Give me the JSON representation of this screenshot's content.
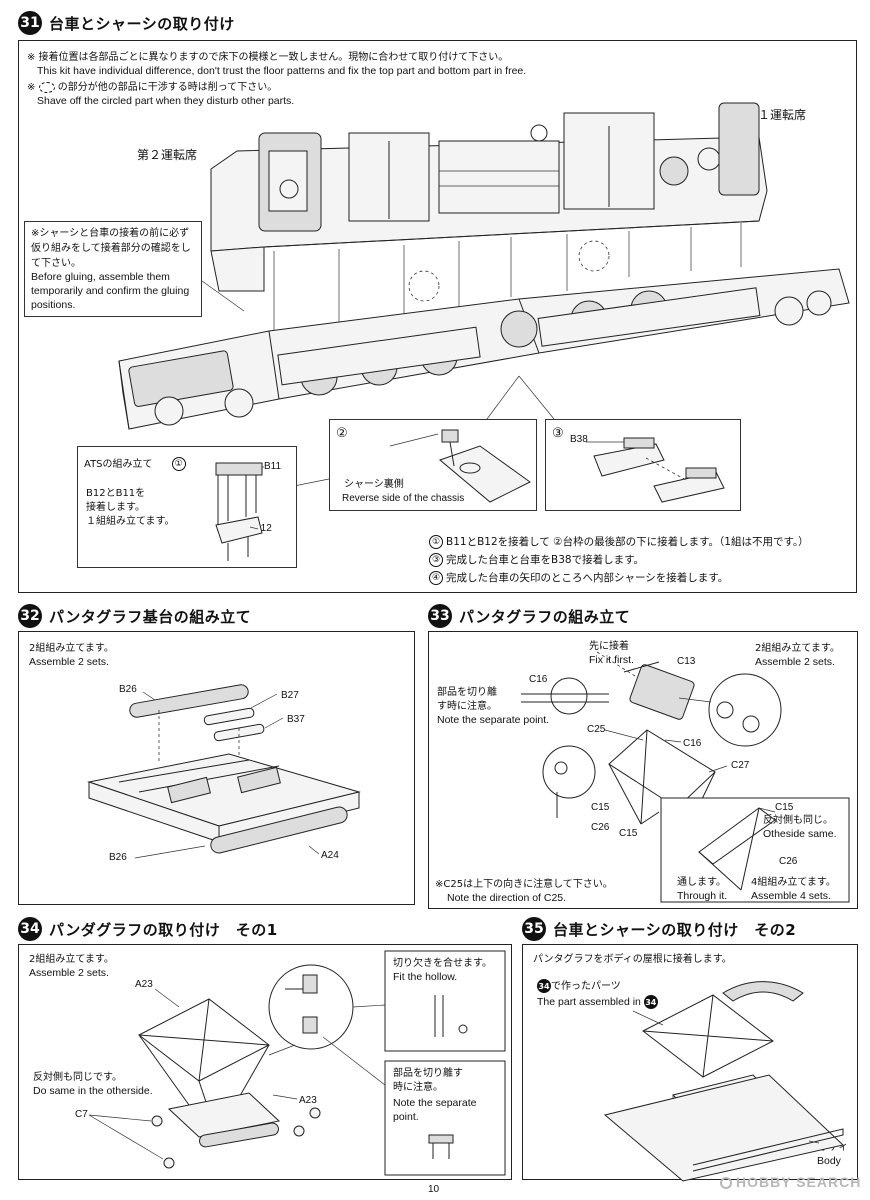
{
  "step31": {
    "num": "31",
    "title": "台車とシャーシの取り付け",
    "note1_jp": "※ 接着位置は各部品ごとに異なりますので床下の模様と一致しません。現物に合わせて取り付けて下さい。",
    "note1_en": "This kit have individual difference, don't trust the floor patterns and fix the top part and bottom part in free.",
    "note2_jp": "の部分が他の部品に干渉する時は削って下さい。",
    "note2_en": "Shave off the circled part when they disturb other parts.",
    "cab1": "第１運転席",
    "cab2": "第２運転席",
    "assemble_note_jp": "※シャーシと台車の接着の前に必ず仮り組みをして接着部分の確認をして下さい。",
    "assemble_note_en": "Before gluing, assemble them temporarily and confirm the gluing positions.",
    "circle4": "④",
    "ats": {
      "num": "①",
      "title": "ATSの組み立て",
      "b11": "B11",
      "b12": "B12",
      "text_line1": "B12とB11を",
      "text_line2": "接着します。",
      "text_line3": "１組組み立てます。"
    },
    "sub2": {
      "num": "②",
      "jp": "シャーシ裏側",
      "en": "Reverse side of the chassis"
    },
    "sub3": {
      "num": "③",
      "part": "B38"
    },
    "instructions": [
      {
        "num": "①",
        "text": "B11とB12を接着して ②台枠の最後部の下に接着します。（1組は不用です。）"
      },
      {
        "num": "③",
        "text": "完成した台車と台車をB38で接着します。"
      },
      {
        "num": "④",
        "text": "完成した台車の矢印のところへ内部シャーシを接着します。"
      }
    ]
  },
  "step32": {
    "num": "32",
    "title": "パンタグラフ基台の組み立て",
    "sets_jp": "2組組み立てます。",
    "sets_en": "Assemble 2 sets.",
    "parts": {
      "b26a": "B26",
      "b27": "B27",
      "b37": "B37",
      "b26b": "B26",
      "a24": "A24"
    }
  },
  "step33": {
    "num": "33",
    "title": "パンタグラフの組み立て",
    "fix_jp": "先に接着",
    "fix_en": "Fix it first.",
    "sets_jp": "2組組み立てます。",
    "sets_en": "Assemble 2 sets.",
    "sep_jp1": "部品を切り離",
    "sep_jp2": "す時に注意。",
    "sep_en": "Note the separate point.",
    "parts": {
      "c16a": "C16",
      "c13": "C13",
      "c25": "C25",
      "c16b": "C16",
      "c27": "C27",
      "c15a": "C15",
      "c26": "C26",
      "c15b": "C15"
    },
    "dir_jp": "※C25は上下の向きに注意して下さい。",
    "dir_en": "Note the direction of C25.",
    "inset": {
      "c15": "C15",
      "other_jp": "反対側も同じ。",
      "other_en": "Otheside same.",
      "c26": "C26",
      "through_jp": "通します。",
      "through_en": "Through it.",
      "assemble4_jp": "4組組み立てます。",
      "assemble4_en": "Assemble 4 sets."
    }
  },
  "step34": {
    "num": "34",
    "title": "パンダグラフの取り付け　その1",
    "sets_jp": "2組組み立てます。",
    "sets_en": "Assemble 2 sets.",
    "a23a": "A23",
    "a23b": "A23",
    "c7": "C7",
    "other_jp": "反対側も同じです。",
    "other_en": "Do same in the otherside.",
    "hollow_jp": "切り欠きを合せます。",
    "hollow_en": "Fit the hollow.",
    "sep_jp1": "部品を切り離す",
    "sep_jp2": "時に注意。",
    "sep_en1": "Note the separate",
    "sep_en2": "point."
  },
  "step35": {
    "num": "35",
    "title": "台車とシャーシの取り付け　その2",
    "attach_jp": "パンタグラフをボディの屋根に接着します。",
    "made_jp": "で作ったパーツ",
    "made_en": "The part assembled in",
    "ref": "34",
    "body_jp": "ボディ",
    "body_en": "Body"
  },
  "footer": {
    "page": "10",
    "watermark": "HOBBY SEARCH"
  }
}
